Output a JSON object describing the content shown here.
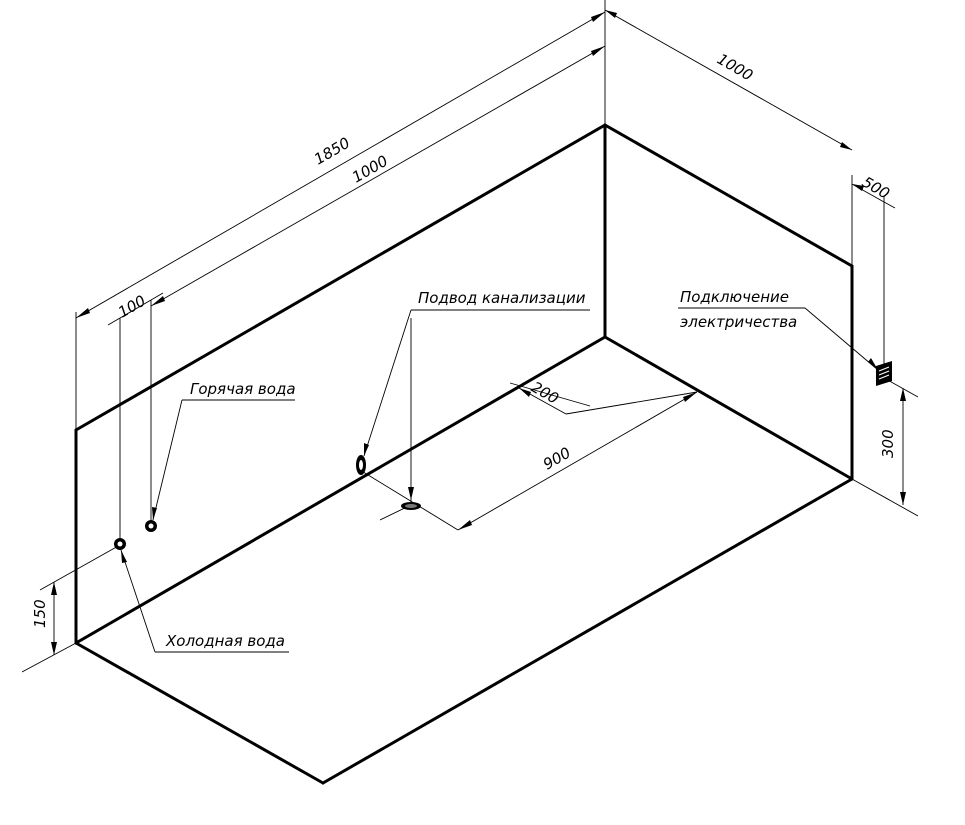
{
  "dimensions": {
    "overall_length": "1850",
    "length_1000": "1000",
    "width_1000": "1000",
    "offset_100": "100",
    "offset_500": "500",
    "offset_200": "200",
    "drain_900": "900",
    "height_150": "150",
    "height_300": "300"
  },
  "labels": {
    "hot_water": "Горячая вода",
    "cold_water": "Холодная вода",
    "drain": "Подвод канализации",
    "electric_line1": "Подключение",
    "electric_line2": "электричества"
  }
}
